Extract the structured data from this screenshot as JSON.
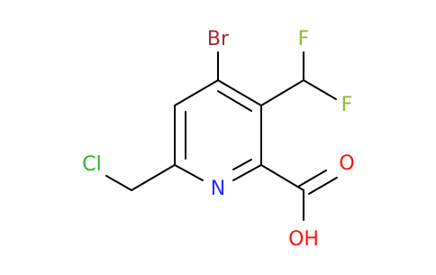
{
  "molecule": {
    "atom_labels": {
      "bromine": "Br",
      "fluorine_upper": "F",
      "fluorine_lower": "F",
      "chlorine": "Cl",
      "ring_nitrogen": "N",
      "carbonyl_oxygen": "O",
      "hydroxyl": "OH"
    },
    "colors": {
      "bond": "#000000",
      "bromine": "#a52a2a",
      "fluorine": "#8fbc2f",
      "chlorine": "#2db52d",
      "nitrogen": "#2a2aff",
      "oxygen": "#ff1010"
    }
  }
}
